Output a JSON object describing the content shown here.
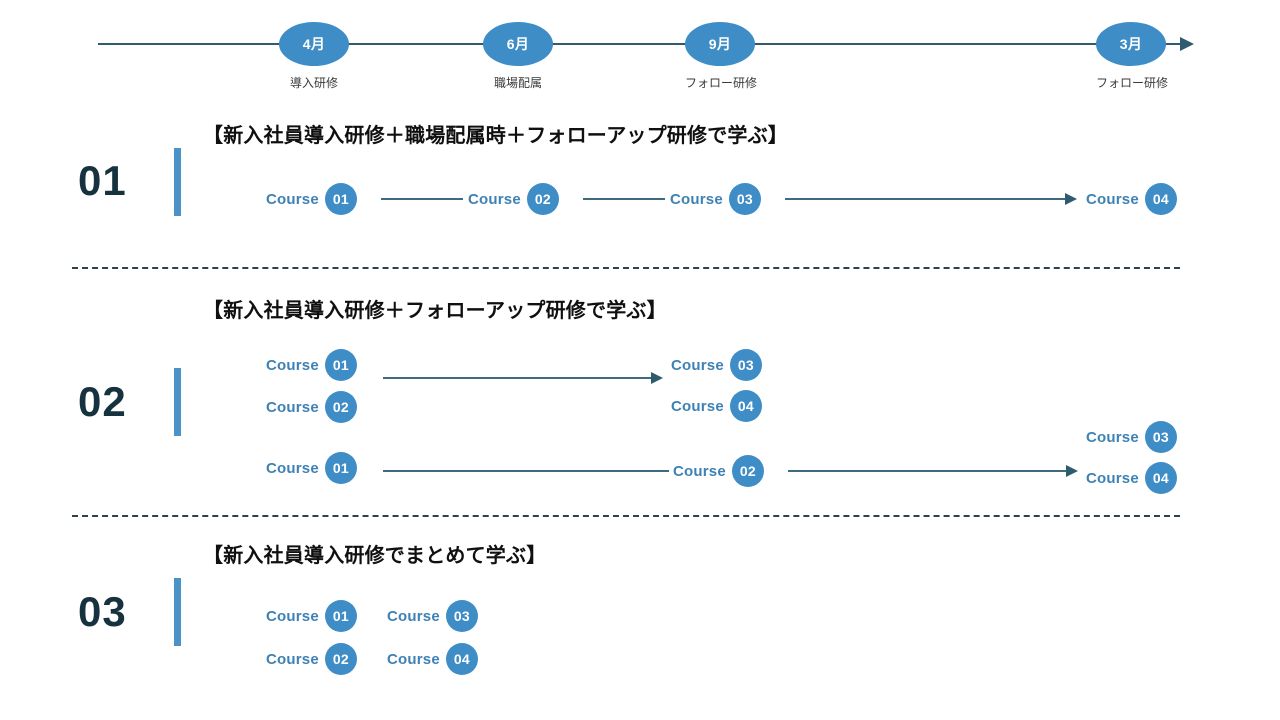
{
  "timeline": {
    "nodes": [
      {
        "month": "4月",
        "caption": "導入研修"
      },
      {
        "month": "6月",
        "caption": "職場配属"
      },
      {
        "month": "9月",
        "caption": "フォロー研修"
      },
      {
        "month": "3月",
        "caption": "フォロー研修"
      }
    ],
    "line_color": "#2f5b6e",
    "bubble_color": "#3e8dc6"
  },
  "sections": [
    {
      "number": "01",
      "heading": "【新入社員導入研修＋職場配属時＋フォローアップ研修で学ぶ】",
      "courses": [
        {
          "label": "Course",
          "num": "01"
        },
        {
          "label": "Course",
          "num": "02"
        },
        {
          "label": "Course",
          "num": "03"
        },
        {
          "label": "Course",
          "num": "04"
        }
      ]
    },
    {
      "number": "02",
      "heading": "【新入社員導入研修＋フォローアップ研修で学ぶ】",
      "courses": [
        {
          "label": "Course",
          "num": "01"
        },
        {
          "label": "Course",
          "num": "02"
        },
        {
          "label": "Course",
          "num": "03"
        },
        {
          "label": "Course",
          "num": "04"
        },
        {
          "label": "Course",
          "num": "01"
        },
        {
          "label": "Course",
          "num": "02"
        },
        {
          "label": "Course",
          "num": "03"
        },
        {
          "label": "Course",
          "num": "04"
        }
      ]
    },
    {
      "number": "03",
      "heading": "【新入社員導入研修でまとめて学ぶ】",
      "courses": [
        {
          "label": "Course",
          "num": "01"
        },
        {
          "label": "Course",
          "num": "03"
        },
        {
          "label": "Course",
          "num": "02"
        },
        {
          "label": "Course",
          "num": "04"
        }
      ]
    }
  ],
  "colors": {
    "accent_blue": "#3e8dc6",
    "label_blue": "#3e82b5",
    "bar_blue": "#4a92c8",
    "dark_navy": "#17323f",
    "line_dark": "#2f5b6e"
  }
}
